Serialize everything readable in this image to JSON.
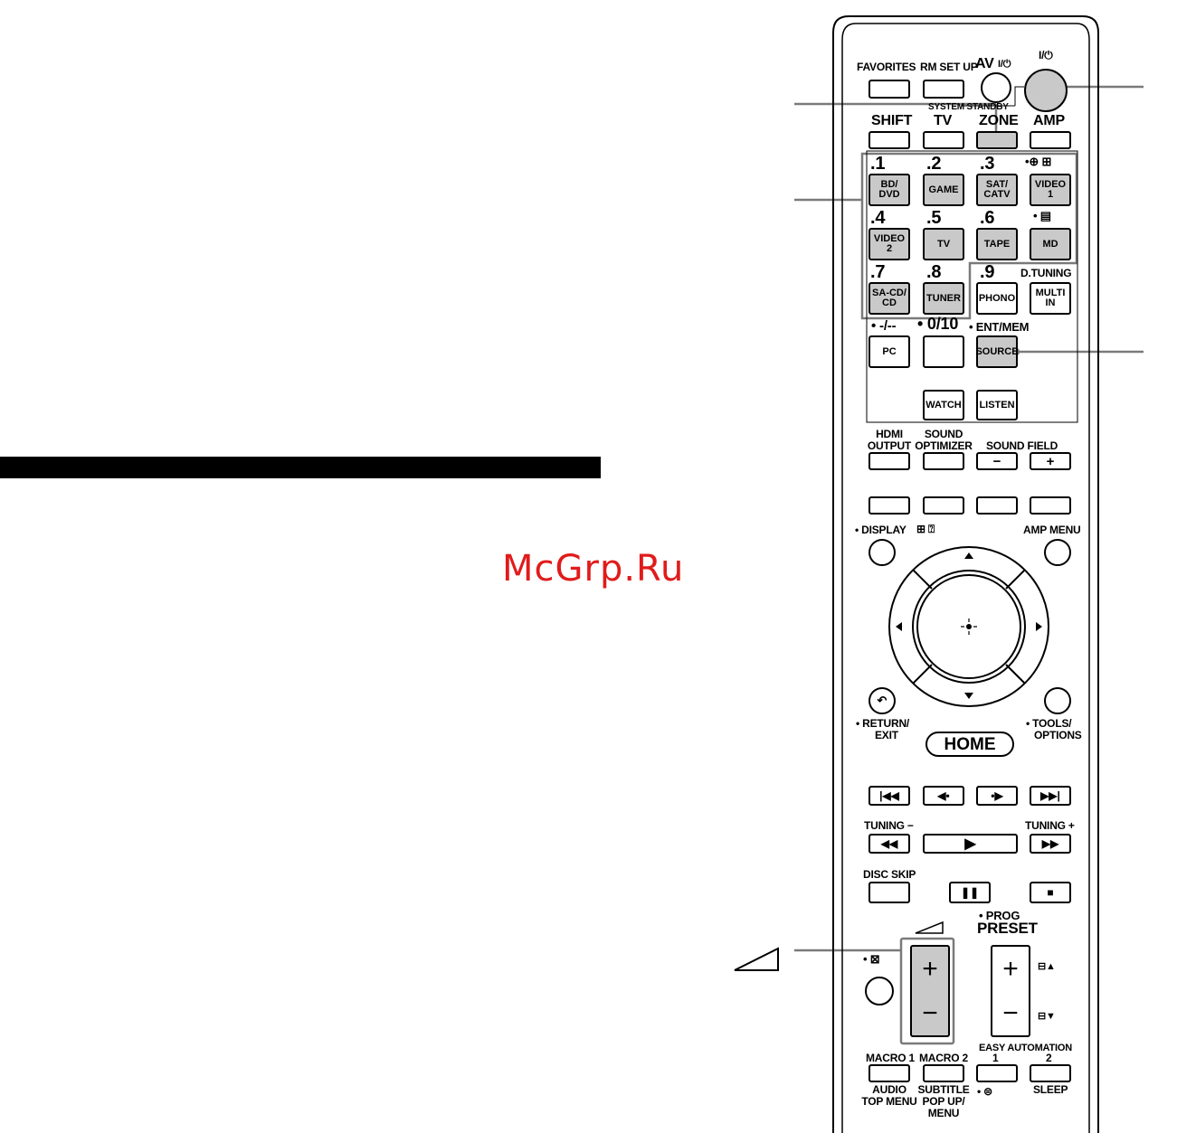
{
  "watermark": "McGrp.Ru",
  "top_row": {
    "favorites": "FAVORITES",
    "rm_setup": "RM SET UP",
    "av_power": "AV",
    "av_power_symbol": "I/⏻",
    "power_symbol": "I/⏻",
    "system_standby": "SYSTEM STANDBY"
  },
  "mode_row": {
    "shift": "SHIFT",
    "tv": "TV",
    "zone": "ZONE",
    "amp": "AMP"
  },
  "input_buttons": [
    {
      "num": ".1",
      "label_1": "BD/",
      "label_2": "DVD"
    },
    {
      "num": ".2",
      "label_1": "GAME",
      "label_2": ""
    },
    {
      "num": ".3",
      "label_1": "SAT/",
      "label_2": "CATV"
    },
    {
      "num": "",
      "label_1": "VIDEO",
      "label_2": "1"
    },
    {
      "num": ".4",
      "label_1": "VIDEO",
      "label_2": "2"
    },
    {
      "num": ".5",
      "label_1": "TV",
      "label_2": ""
    },
    {
      "num": ".6",
      "label_1": "TAPE",
      "label_2": ""
    },
    {
      "num": "",
      "label_1": "MD",
      "label_2": ""
    },
    {
      "num": ".7",
      "label_1": "SA-CD/",
      "label_2": "CD"
    },
    {
      "num": ".8",
      "label_1": "TUNER",
      "label_2": ""
    },
    {
      "num": ".9",
      "label_1": "PHONO",
      "label_2": ""
    },
    {
      "num": "D.TUNING",
      "label_1": "MULTI",
      "label_2": "IN"
    }
  ],
  "row5": {
    "dash_label": "• -/--",
    "zero_label": "• 0/10",
    "ent_label": "• ENT/MEM",
    "pc": "PC",
    "source": "SOURCE"
  },
  "row6": {
    "watch": "WATCH",
    "listen": "LISTEN"
  },
  "sound": {
    "hdmi_1": "HDMI",
    "hdmi_2": "OUTPUT",
    "opt_1": "SOUND",
    "opt_2": "OPTIMIZER",
    "field": "SOUND FIELD",
    "minus": "−",
    "plus": "+"
  },
  "nav": {
    "display": "• DISPLAY",
    "amp_menu": "AMP MENU",
    "return_1": "• RETURN/",
    "return_2": "EXIT",
    "tools_1": "• TOOLS/",
    "tools_2": "OPTIONS",
    "home": "HOME"
  },
  "transport": {
    "tuning_minus": "TUNING −",
    "tuning_plus": "TUNING +",
    "disc_skip": "DISC SKIP"
  },
  "volume": {
    "prog": "• PROG",
    "preset": "PRESET",
    "plus": "+",
    "minus": "−"
  },
  "macro": {
    "macro1": "MACRO 1",
    "macro2": "MACRO 2",
    "easy": "EASY AUTOMATION",
    "easy1": "1",
    "easy2": "2",
    "audio_1": "AUDIO",
    "audio_2": "TOP MENU",
    "subtitle_1": "SUBTITLE",
    "subtitle_2": "POP UP/",
    "subtitle_3": "MENU",
    "sleep": "SLEEP"
  },
  "colors": {
    "callout_grey": "#7a7a7a",
    "button_grey": "#c9c9c9",
    "watermark": "#e11b1b",
    "bar": "#000000"
  }
}
